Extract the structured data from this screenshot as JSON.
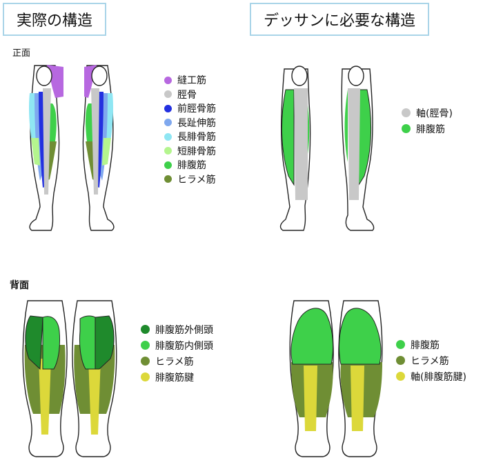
{
  "titles": {
    "actual": "実際の構造",
    "needed": "デッサンに必要な構造"
  },
  "views": {
    "front": "正面",
    "back": "背面"
  },
  "legends": {
    "front_actual": [
      {
        "label": "縫工筋",
        "color": "#b768e0"
      },
      {
        "label": "脛骨",
        "color": "#c8c8c8"
      },
      {
        "label": "前脛骨筋",
        "color": "#2330e0"
      },
      {
        "label": "長趾伸筋",
        "color": "#7fa8ee"
      },
      {
        "label": "長腓骨筋",
        "color": "#8fe6f3"
      },
      {
        "label": "短腓骨筋",
        "color": "#b4f58e"
      },
      {
        "label": "腓腹筋",
        "color": "#3ed04a"
      },
      {
        "label": "ヒラメ筋",
        "color": "#6f8e34"
      }
    ],
    "front_needed": [
      {
        "label": "軸(脛骨)",
        "color": "#c8c8c8"
      },
      {
        "label": "腓腹筋",
        "color": "#3ed04a"
      }
    ],
    "back_actual": [
      {
        "label": "腓腹筋外側頭",
        "color": "#1f8a2c"
      },
      {
        "label": "腓腹筋内側頭",
        "color": "#3ed04a"
      },
      {
        "label": "ヒラメ筋",
        "color": "#6f8e34"
      },
      {
        "label": "腓腹筋腱",
        "color": "#dcd83a"
      }
    ],
    "back_needed": [
      {
        "label": "腓腹筋",
        "color": "#3ed04a"
      },
      {
        "label": "ヒラメ筋",
        "color": "#6f8e34"
      },
      {
        "label": "軸(腓腹筋腱)",
        "color": "#dcd83a"
      }
    ]
  }
}
